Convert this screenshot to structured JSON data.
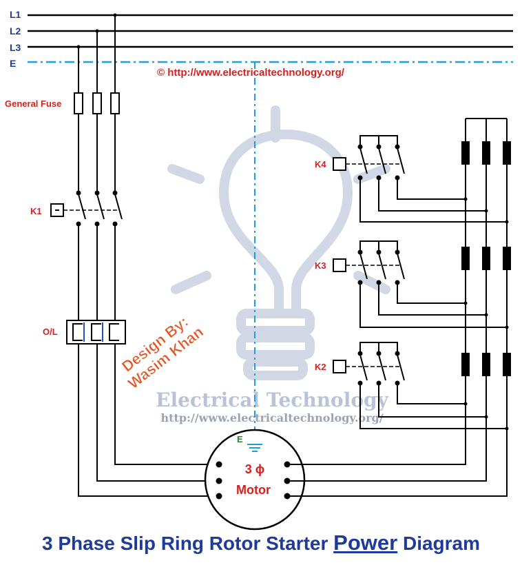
{
  "lines": {
    "l1": "L1",
    "l2": "L2",
    "l3": "L3",
    "earth": "E"
  },
  "copyright": "© http://www.electricaltechnology.org/",
  "labels": {
    "general_fuse": "General Fuse",
    "k1": "K1",
    "overload": "O/L",
    "k2": "K2",
    "k3": "K3",
    "k4": "K4"
  },
  "watermark": {
    "design_line1": "Design By:",
    "design_line2": "Wasim Khan",
    "brand": "Electrical Technology",
    "url": "http://www.electricaltechnology.org/"
  },
  "motor": {
    "phase": "3 ϕ",
    "name": "Motor",
    "earth": "E"
  },
  "title": {
    "part1": "3 Phase Slip Ring Rotor Starter ",
    "emphasis": "Power",
    "part2": " Diagram"
  },
  "colors": {
    "wire": "#000000",
    "earth_line": "#1aa0dc",
    "label_blue": "#1f3b9a",
    "label_red": "#d42020",
    "watermark": "#b9c2d6"
  }
}
